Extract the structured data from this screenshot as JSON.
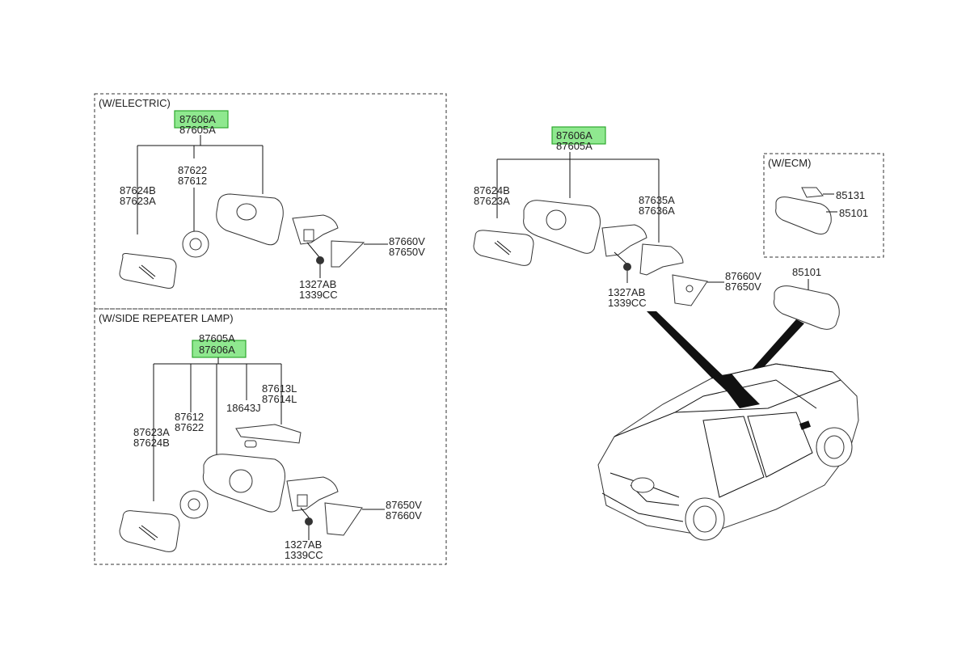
{
  "sections": {
    "electric": "(W/ELECTRIC)",
    "repeater": "(W/SIDE REPEATER LAMP)",
    "ecm": "(W/ECM)"
  },
  "labels": {
    "e_top1": "87606A",
    "e_top2": "87605A",
    "e_glass1": "87624B",
    "e_glass2": "87623A",
    "e_act1": "87622",
    "e_act2": "87612",
    "e_cover1": "87660V",
    "e_cover2": "87650V",
    "e_nut1": "1327AB",
    "e_nut2": "1339CC",
    "r_top1": "87605A",
    "r_top2": "87606A",
    "r_glass1": "87623A",
    "r_glass2": "87624B",
    "r_act1": "87612",
    "r_act2": "87622",
    "r_bulb": "18643J",
    "r_lamp1": "87613L",
    "r_lamp2": "87614L",
    "r_cover1": "87650V",
    "r_cover2": "87660V",
    "r_nut1": "1327AB",
    "r_nut2": "1339CC",
    "m_top1": "87606A",
    "m_top2": "87605A",
    "m_glass1": "87624B",
    "m_glass2": "87623A",
    "m_cap1": "87635A",
    "m_cap2": "87636A",
    "m_cover1": "87660V",
    "m_cover2": "87650V",
    "m_nut1": "1327AB",
    "m_nut2": "1339CC",
    "ecm_a": "85131",
    "ecm_b": "85101",
    "mirror": "85101"
  }
}
